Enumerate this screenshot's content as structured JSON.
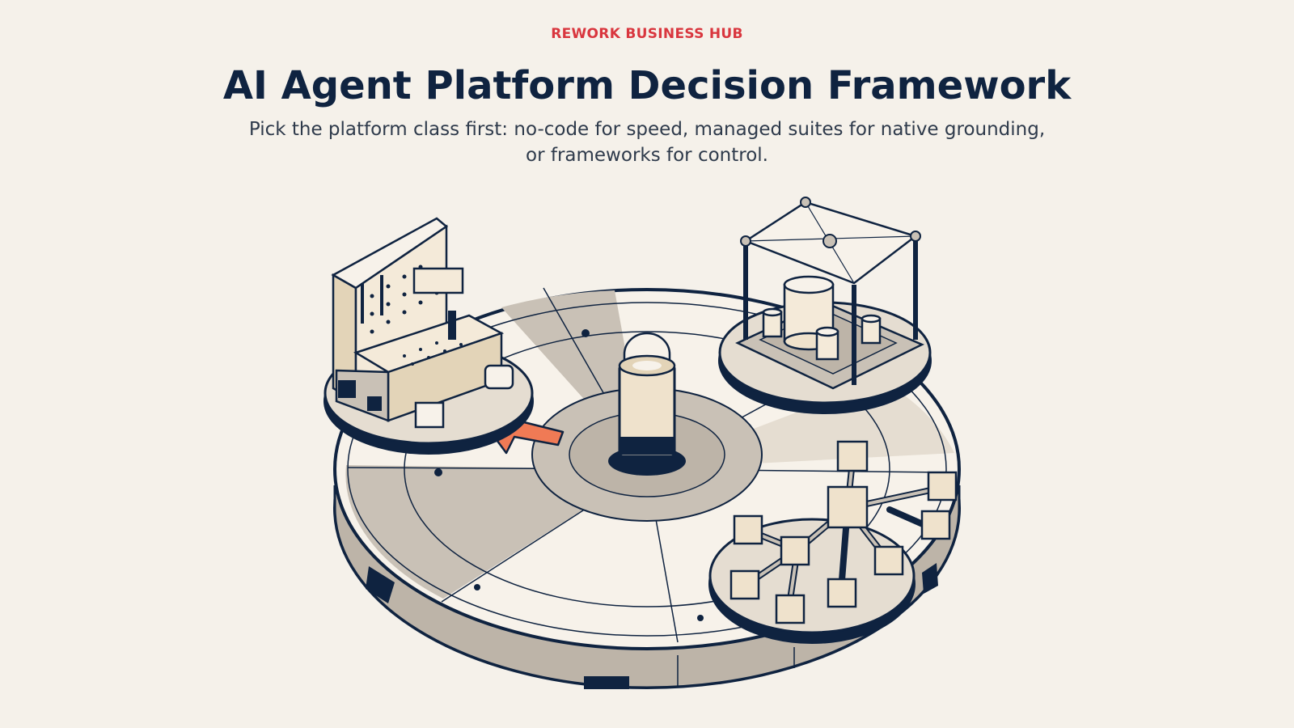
{
  "header": {
    "eyebrow": "REWORK BUSINESS HUB",
    "title": "AI Agent Platform Decision Framework",
    "subtitle": "Pick the platform class first: no-code for speed, managed suites for native grounding, or frameworks for control."
  },
  "colors": {
    "background": "#f5f1ea",
    "accent": "#d9363e",
    "navy": "#0f2340",
    "arrow": "#f07a55",
    "plate": "#f7f2ea",
    "plate_shade": "#c9c1b6",
    "cream": "#efe2cc"
  },
  "illustration": {
    "icons": [
      "workbench-pegboard-icon",
      "database-pavilion-icon",
      "connected-modules-icon",
      "central-pillar-icon",
      "direction-arrow-icon"
    ]
  }
}
